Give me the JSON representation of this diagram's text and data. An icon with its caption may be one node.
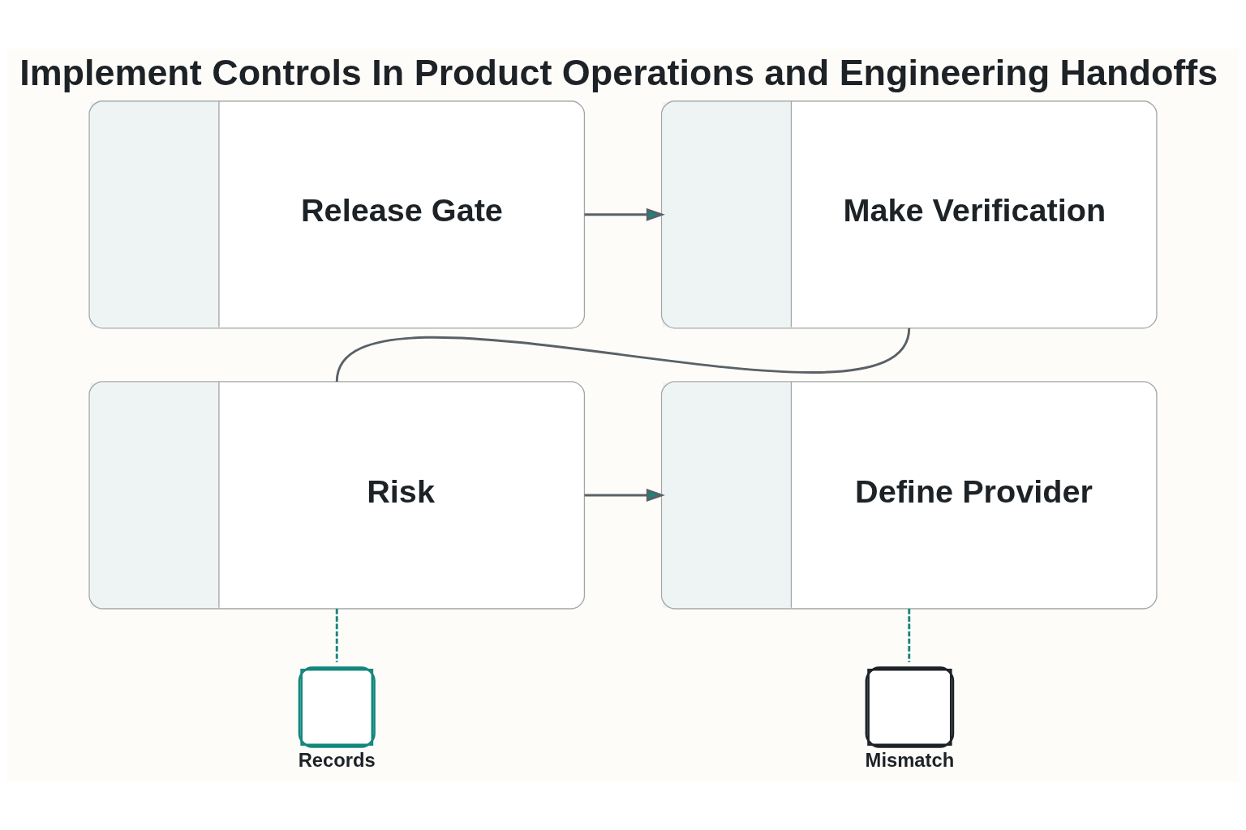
{
  "diagram": {
    "title": "Implement Controls In Product Operations and Engineering Handoffs",
    "nodes": [
      {
        "text": [
          "Release Gate"
        ]
      },
      {
        "text": [
          "Make Verification"
        ]
      },
      {
        "text": [
          "Risk"
        ]
      },
      {
        "text": [
          "Define Provider"
        ]
      },
      {
        "text": [
          "Records"
        ]
      },
      {
        "text": [
          "Mismatch"
        ]
      }
    ],
    "edges": [
      {
        "from": 0,
        "to": 1,
        "arrow": "to"
      },
      {
        "from": 1,
        "to": 2,
        "arrow": "none"
      },
      {
        "from": 2,
        "to": 3,
        "arrow": "to"
      },
      {
        "from": 2,
        "to": 4,
        "arrow": "none",
        "style": "dashed",
        "color": "#17877d"
      },
      {
        "from": 3,
        "to": 5,
        "arrow": "none",
        "style": "dashed",
        "color": "#17877d"
      }
    ]
  }
}
